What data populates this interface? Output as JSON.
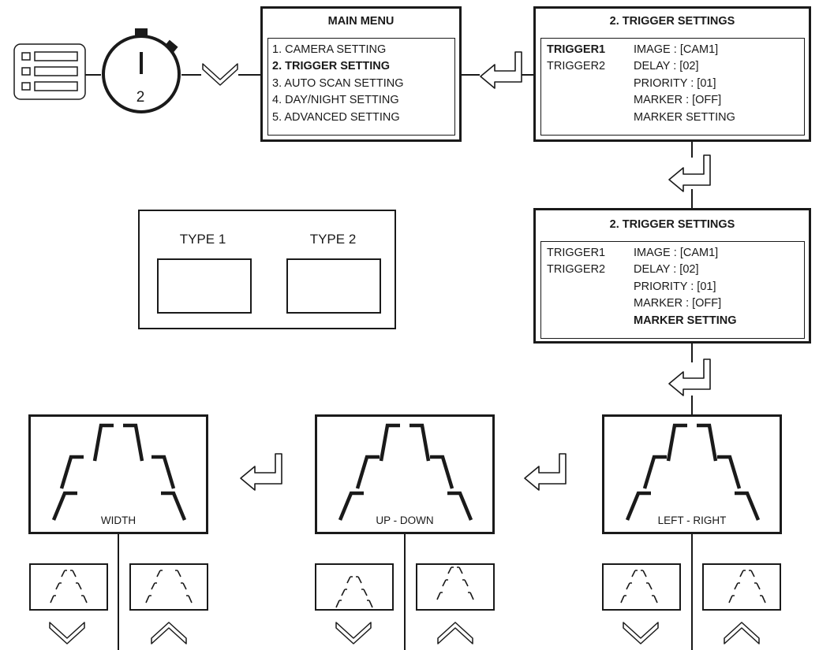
{
  "timer": {
    "value": "2"
  },
  "main_menu": {
    "title": "MAIN MENU",
    "items": [
      "1. CAMERA SETTING",
      "2. TRIGGER SETTING",
      "3. AUTO SCAN SETTING",
      "4. DAY/NIGHT SETTING",
      "5. ADVANCED SETTING"
    ],
    "selected_index": 1
  },
  "trigger_settings_1": {
    "title": "2. TRIGGER SETTINGS",
    "triggers": [
      "TRIGGER1",
      "TRIGGER2"
    ],
    "options": [
      "IMAGE : [CAM1]",
      "DELAY : [02]",
      "PRIORITY : [01]",
      "MARKER : [OFF]",
      "MARKER SETTING"
    ],
    "highlight": "TRIGGER1"
  },
  "trigger_settings_2": {
    "title": "2. TRIGGER SETTINGS",
    "triggers": [
      "TRIGGER1",
      "TRIGGER2"
    ],
    "options": [
      "IMAGE : [CAM1]",
      "DELAY : [02]",
      "PRIORITY : [01]",
      "MARKER : [OFF]",
      "MARKER SETTING"
    ],
    "highlight": "MARKER SETTING"
  },
  "marker_types": {
    "type1": "TYPE 1",
    "type2": "TYPE 2"
  },
  "adjust_screens": {
    "width": "WIDTH",
    "up_down": "UP - DOWN",
    "left_right": "LEFT - RIGHT"
  },
  "icons": [
    "menu-list-icon",
    "stopwatch-icon",
    "chevron-down-icon",
    "chevron-up-icon",
    "enter-arrow-icon"
  ]
}
